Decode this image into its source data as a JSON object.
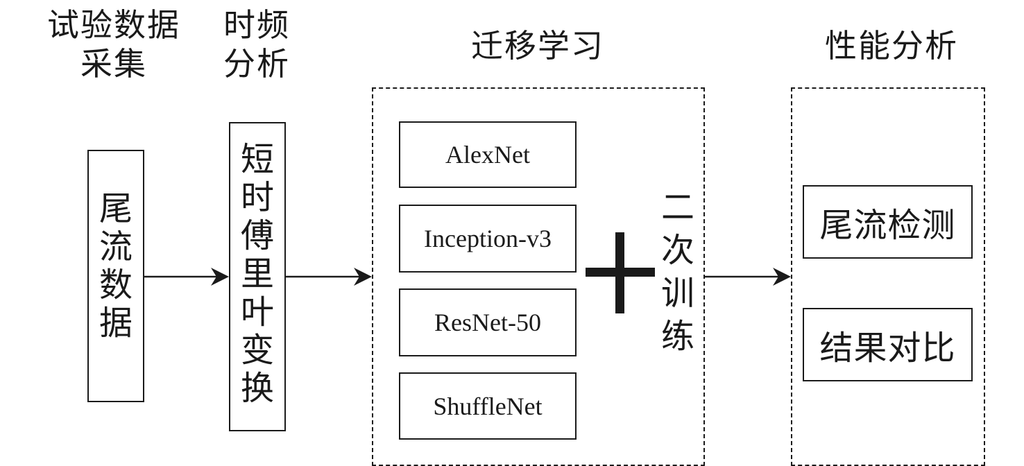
{
  "headings": {
    "collection": "试验数据\n采集",
    "tf_analysis": "时频\n分析",
    "transfer_learning": "迁移学习",
    "performance": "性能分析"
  },
  "input_box": {
    "label": "尾\n流\n数\n据"
  },
  "stft_box": {
    "label": "短\n时\n傅\n里\n叶\n变\n换"
  },
  "models": [
    "AlexNet",
    "Inception-v3",
    "ResNet-50",
    "ShuffleNet"
  ],
  "plus_symbol": "+",
  "retraining": {
    "label": "二\n次\n训\n练"
  },
  "results": [
    "尾流检测",
    "结果对比"
  ]
}
